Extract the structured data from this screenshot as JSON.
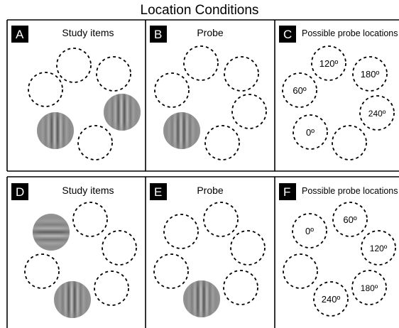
{
  "title": "Location Conditions",
  "colors": {
    "frame": "#000000",
    "label_bg": "#000000",
    "label_text": "#ffffff",
    "circle_stroke": "#000000",
    "gabor_base": "#8a8a8a"
  },
  "rows": [
    {
      "panels": [
        {
          "label": "A",
          "title": "Study items"
        },
        {
          "label": "B",
          "title": "Probe"
        },
        {
          "label": "C",
          "title": "Possible probe locations",
          "locations": [
            "120º",
            "180º",
            "60º",
            "240º",
            "0º"
          ]
        }
      ]
    },
    {
      "panels": [
        {
          "label": "D",
          "title": "Study items"
        },
        {
          "label": "E",
          "title": "Probe"
        },
        {
          "label": "F",
          "title": "Possible probe locations",
          "locations": [
            "60º",
            "0º",
            "120º",
            "180º",
            "240º"
          ]
        }
      ]
    }
  ],
  "icons": {
    "stimulus": "gabor-patch-icon",
    "placeholder": "dashed-circle-icon"
  }
}
